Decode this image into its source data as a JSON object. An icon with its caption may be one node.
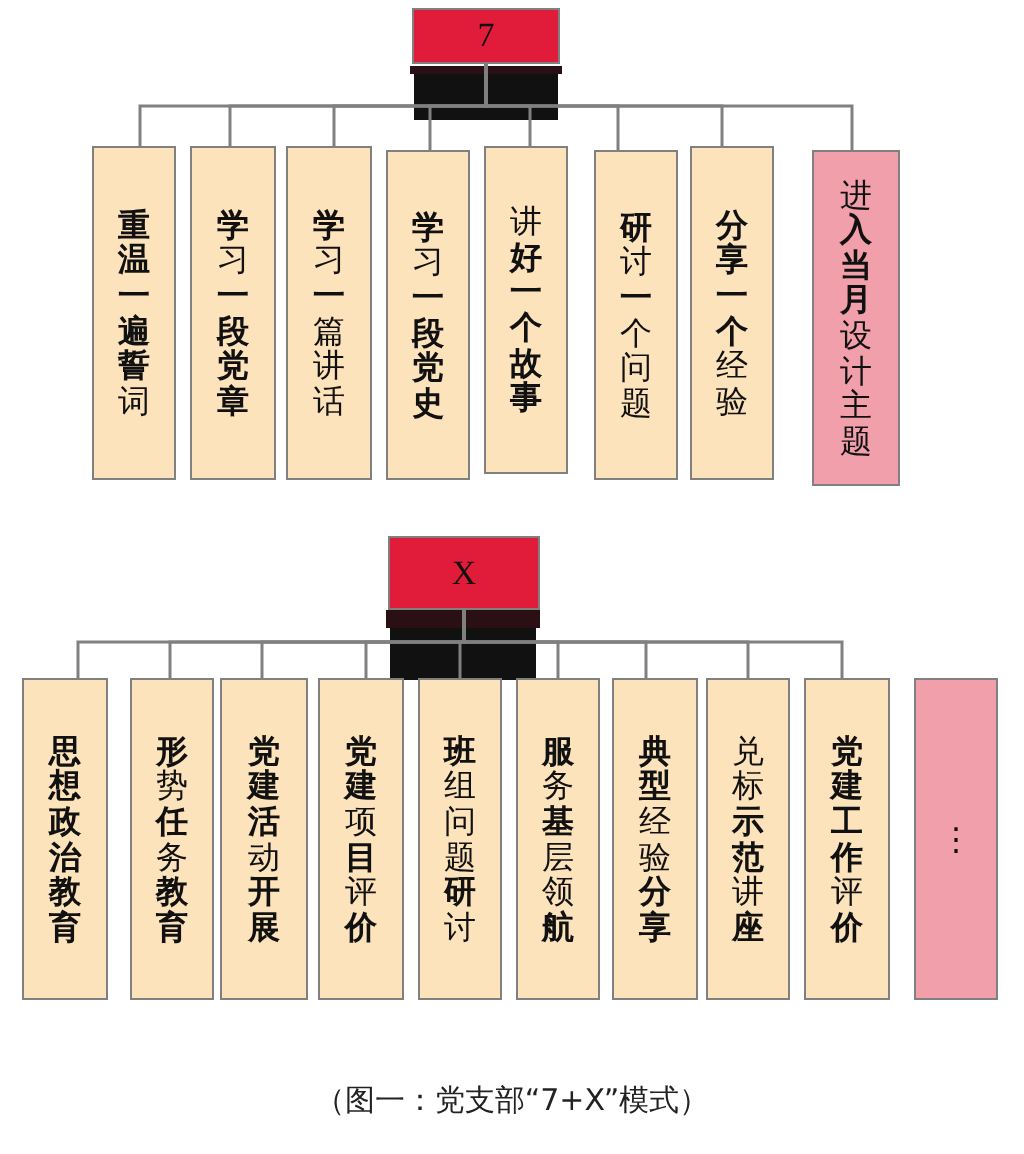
{
  "diagram": {
    "caption": "（图一：党支部“7+X”模式）",
    "nodes": [
      {
        "text": [
          "7"
        ]
      },
      {
        "text": [
          "**重温一遍誓**词"
        ]
      },
      {
        "text": [
          "**学**习**一段党章**"
        ]
      },
      {
        "text": [
          "**学**习**一**篇讲话"
        ]
      },
      {
        "text": [
          "**学**习**一段党史**"
        ]
      },
      {
        "text": [
          "讲**好一个故事**"
        ]
      },
      {
        "text": [
          "**研**讨**一**个问题"
        ]
      },
      {
        "text": [
          "**分享一个**经验"
        ]
      },
      {
        "text": [
          "进**入当月**设计主题"
        ]
      },
      {
        "text": [
          "X"
        ]
      },
      {
        "text": [
          "思想政治教育"
        ]
      },
      {
        "text": [
          "**形**势**任**务**教育**"
        ]
      },
      {
        "text": [
          "**党建活**动**开展**"
        ]
      },
      {
        "text": [
          "**党建**项**目**评**价**"
        ]
      },
      {
        "text": [
          "**班**组问题**研**讨"
        ]
      },
      {
        "text": [
          "**服**务**基**层领**航**"
        ]
      },
      {
        "text": [
          "**典型**经验**分享**"
        ]
      },
      {
        "text": [
          "兑标**示范**讲**座**"
        ]
      },
      {
        "text": [
          "**党建工作**评**价**"
        ]
      },
      {
        "text": [
          "⋮"
        ]
      }
    ],
    "edges": [
      {
        "from": 0,
        "to": 1,
        "arrow": "none"
      },
      {
        "from": 0,
        "to": 2,
        "arrow": "none"
      },
      {
        "from": 0,
        "to": 3,
        "arrow": "none"
      },
      {
        "from": 0,
        "to": 4,
        "arrow": "none"
      },
      {
        "from": 0,
        "to": 5,
        "arrow": "none"
      },
      {
        "from": 0,
        "to": 6,
        "arrow": "none"
      },
      {
        "from": 0,
        "to": 7,
        "arrow": "none"
      },
      {
        "from": 0,
        "to": 8,
        "arrow": "none"
      },
      {
        "from": 9,
        "to": 10,
        "arrow": "none"
      },
      {
        "from": 9,
        "to": 11,
        "arrow": "none"
      },
      {
        "from": 9,
        "to": 12,
        "arrow": "none"
      },
      {
        "from": 9,
        "to": 13,
        "arrow": "none"
      },
      {
        "from": 9,
        "to": 14,
        "arrow": "none"
      },
      {
        "from": 9,
        "to": 15,
        "arrow": "none"
      },
      {
        "from": 9,
        "to": 16,
        "arrow": "none"
      },
      {
        "from": 9,
        "to": 17,
        "arrow": "none"
      },
      {
        "from": 9,
        "to": 18,
        "arrow": "none"
      }
    ]
  }
}
